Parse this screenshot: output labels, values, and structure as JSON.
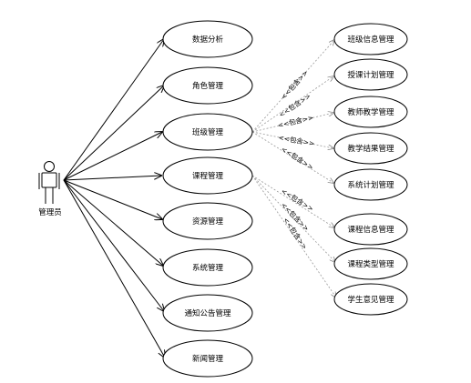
{
  "actor": {
    "label": "管理员"
  },
  "stereotype": "<<包含>>",
  "use_cases": [
    {
      "id": "data",
      "label": "数据分析"
    },
    {
      "id": "role",
      "label": "角色管理"
    },
    {
      "id": "class",
      "label": "班级管理"
    },
    {
      "id": "course",
      "label": "课程管理"
    },
    {
      "id": "resource",
      "label": "资源管理"
    },
    {
      "id": "system",
      "label": "系统管理"
    },
    {
      "id": "notice",
      "label": "通知公告管理"
    },
    {
      "id": "news",
      "label": "新闻管理"
    }
  ],
  "included_cases": [
    {
      "id": "class-info",
      "label": "班级信息管理",
      "parent": "class"
    },
    {
      "id": "lesson-plan",
      "label": "授课计划管理",
      "parent": "class"
    },
    {
      "id": "teacher-teach",
      "label": "教师教学管理",
      "parent": "class"
    },
    {
      "id": "teach-result",
      "label": "教学结果管理",
      "parent": "class"
    },
    {
      "id": "sys-plan",
      "label": "系统计划管理",
      "parent": "class"
    },
    {
      "id": "course-info",
      "label": "课程信息管理",
      "parent": "course"
    },
    {
      "id": "course-type",
      "label": "课程类型管理",
      "parent": "course"
    },
    {
      "id": "student-feedback",
      "label": "学生意见管理",
      "parent": "course"
    }
  ]
}
